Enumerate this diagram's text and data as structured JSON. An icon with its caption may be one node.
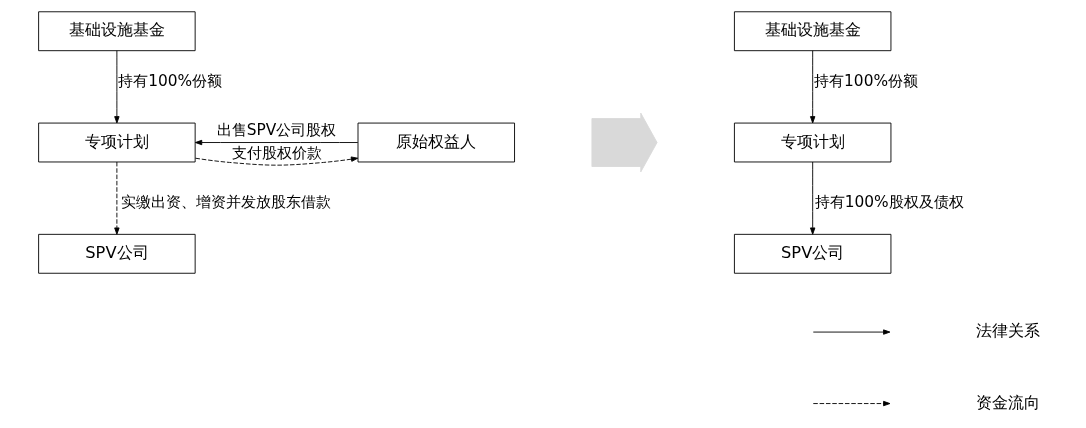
{
  "diagram": {
    "nodes": [
      {
        "text": [
          "基础设施基金"
        ]
      },
      {
        "text": [
          "专项计划"
        ]
      },
      {
        "text": [
          "原始权益人"
        ]
      },
      {
        "text": [
          "SPV公司"
        ]
      },
      {
        "text": [],
        "shape": "arrow"
      },
      {
        "text": [
          "基础设施基金"
        ]
      },
      {
        "text": [
          "专项计划"
        ]
      },
      {
        "text": [
          "SPV公司"
        ]
      }
    ],
    "edges": [
      {
        "from": 0,
        "to": 1,
        "arrow": "to",
        "label": "持有100%份额"
      },
      {
        "from": 2,
        "to": 1,
        "arrow": "to",
        "label": "出售SPV公司股权"
      },
      {
        "from": 1,
        "to": 2,
        "arrow": "to",
        "label": "支付股权价款",
        "style": "dashed"
      },
      {
        "from": 1,
        "to": 3,
        "arrow": "to",
        "label": "实缴出资、增资并发放股东借款",
        "style": "dashed"
      },
      {
        "from": 5,
        "to": 6,
        "arrow": "to",
        "label": "持有100%份额"
      },
      {
        "from": 6,
        "to": 7,
        "arrow": "to",
        "label": "持有100%股权及债权"
      }
    ],
    "legend": [
      {
        "text": "法律关系"
      },
      {
        "text": "资金流向"
      }
    ]
  }
}
